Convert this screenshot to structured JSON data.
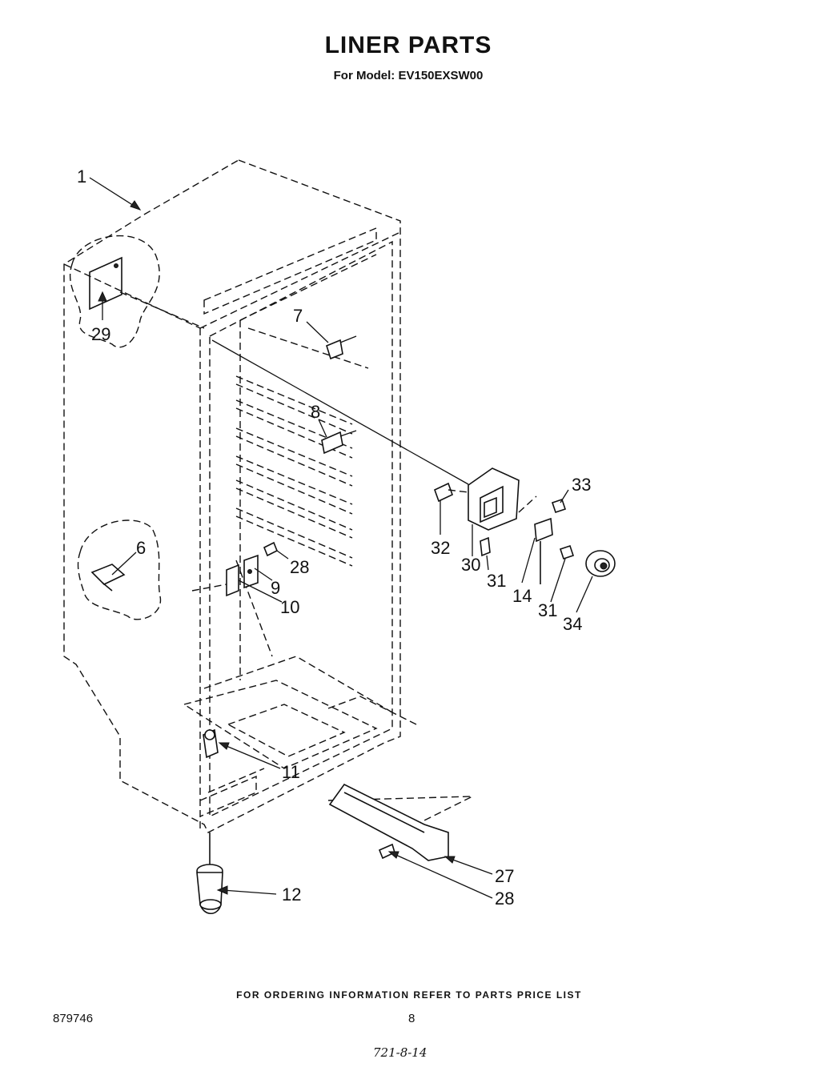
{
  "header": {
    "title": "LINER PARTS",
    "subtitle": "For Model: EV150EXSW00"
  },
  "callouts": {
    "c1": "1",
    "c29": "29",
    "c7": "7",
    "c8": "8",
    "c6": "6",
    "c28a": "28",
    "c9": "9",
    "c10": "10",
    "c33": "33",
    "c32": "32",
    "c30": "30",
    "c31a": "31",
    "c14": "14",
    "c31b": "31",
    "c34": "34",
    "c11": "11",
    "c27": "27",
    "c28b": "28",
    "c12": "12"
  },
  "footer": {
    "note": "FOR ORDERING INFORMATION REFER TO PARTS PRICE LIST",
    "doc_number": "879746",
    "page_number": "8",
    "handwritten": "721-8-14"
  }
}
